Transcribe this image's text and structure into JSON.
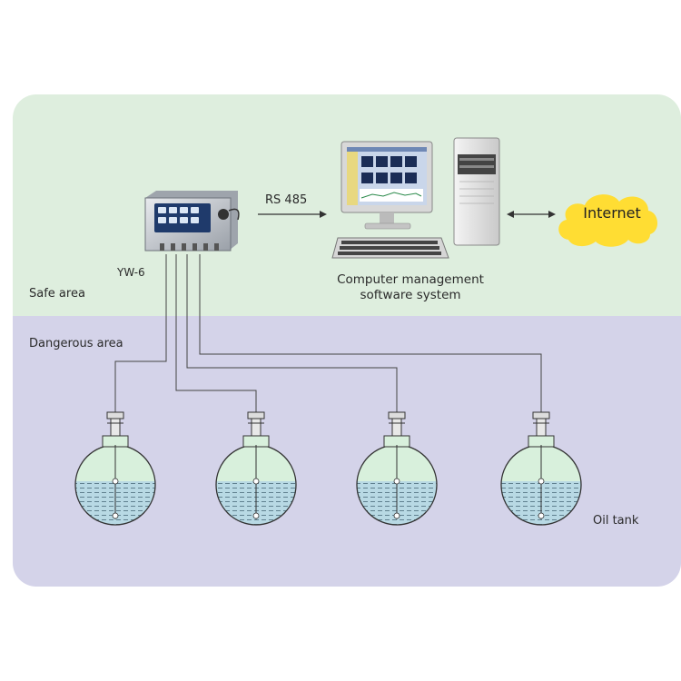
{
  "zones": {
    "safe_label": "Safe area",
    "danger_label": "Dangerous area"
  },
  "devices": {
    "controller_label": "YW-6",
    "link_label": "RS 485",
    "computer_label": "Computer management software system",
    "internet_label": "Internet"
  },
  "tanks": {
    "label": "Oil tank",
    "count": 4
  },
  "colors": {
    "safe_zone": "#deeede",
    "danger_zone": "#d4d3e9",
    "internet_cloud": "#ffdd33",
    "tank_liquid": "#b8d9e4",
    "tank_gas": "#d8f0dc"
  }
}
